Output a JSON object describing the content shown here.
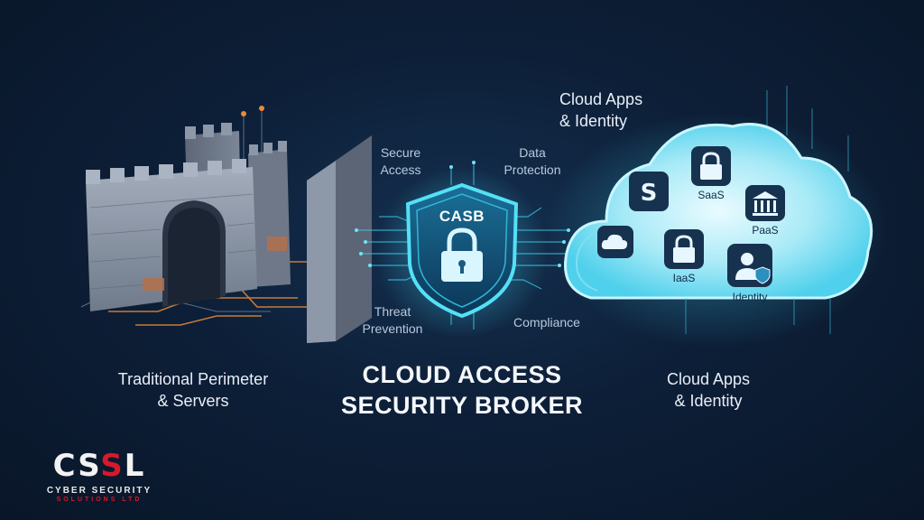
{
  "diagram": {
    "left_caption_line1": "Traditional Perimeter",
    "left_caption_line2": "& Servers",
    "title_line1": "CLOUD ACCESS",
    "title_line2": "SECURITY BROKER",
    "right_caption_line1": "Cloud Apps",
    "right_caption_line2": "& Identity",
    "top_right_label_line1": "Cloud Apps",
    "top_right_label_line2": "& Identity",
    "shield_label": "CASB",
    "features": {
      "secure_access_line1": "Secure",
      "secure_access_line2": "Access",
      "data_protection_line1": "Data",
      "data_protection_line2": "Protection",
      "threat_prevention_line1": "Threat",
      "threat_prevention_line2": "Prevention",
      "compliance": "Compliance"
    },
    "cloud_tiles": {
      "saas": "SaaS",
      "paas": "PaaS",
      "iaas": "IaaS",
      "identity": "Identity"
    }
  },
  "logo": {
    "main_left": "CS",
    "main_mid": "S",
    "main_right": "L",
    "line1": "CYBER SECURITY",
    "line2": "SOLUTIONS LTD"
  },
  "colors": {
    "background": "#0d1f38",
    "accent_cyan": "#37d6f0",
    "circuit_orange": "#e98a3a",
    "brand_red": "#d7192b"
  },
  "icons": [
    "castle-icon",
    "firewall-wall-icon",
    "shield-lock-icon",
    "cloud-icon",
    "lock-icon",
    "bank-icon",
    "user-shield-icon",
    "s-logo-icon"
  ]
}
